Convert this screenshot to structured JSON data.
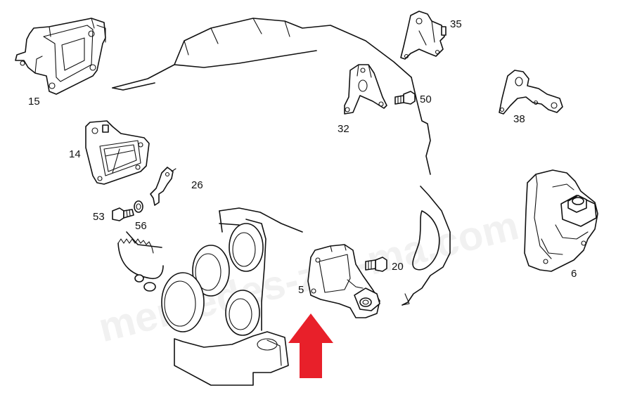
{
  "watermark": "mercedes-zfb-ma.com",
  "arrow_color": "#e8202a",
  "callouts": {
    "p15": "15",
    "p14": "14",
    "p26": "26",
    "p53": "53",
    "p56": "56",
    "p32": "32",
    "p35": "35",
    "p50": "50",
    "p38": "38",
    "p6": "6",
    "p5": "5",
    "p20": "20"
  }
}
